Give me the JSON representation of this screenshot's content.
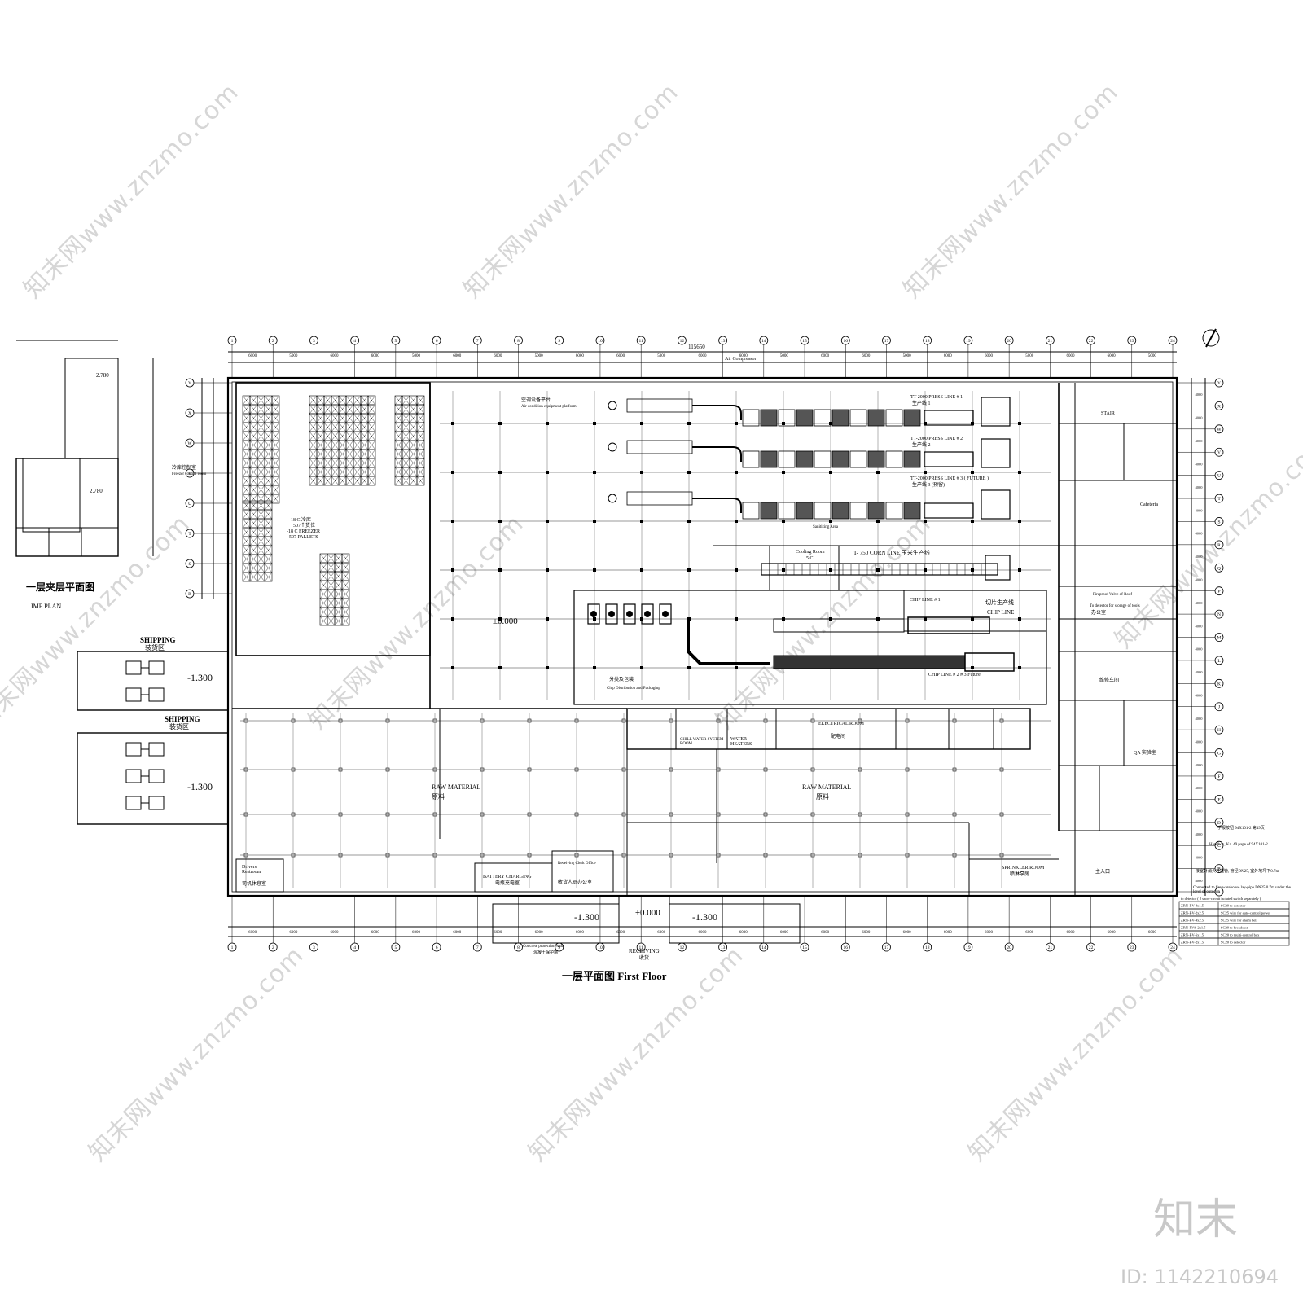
{
  "watermark": {
    "text": "知末网www.znzmo.com",
    "brand": "知末",
    "id_label": "ID: 1142210694"
  },
  "titles": {
    "first_floor": "一层平面图 First Floor",
    "imf_cn": "一层夹层平面图",
    "imf_en": "IMF PLAN"
  },
  "dimensions": {
    "overall": "115650",
    "bay": "6000",
    "bay_alt": "5000",
    "side": "4000",
    "imf_level_1": "2.780",
    "imf_level_2": "2.780"
  },
  "levels": {
    "floor": "±0.000",
    "dock": "-1.300",
    "receiving_floor": "±0.000"
  },
  "rooms": {
    "shipping_en": "SHIPPING",
    "shipping_cn": "装货区",
    "freezer_cn": "-18 C 冷库",
    "freezer_pallets_cn": "507个货位",
    "freezer_en": "-18 C FREEZER",
    "freezer_pallets_en": "507 PALLETS",
    "freezer_control_cn": "冷库控制室",
    "freezer_control_en": "Freezer control room",
    "ac_platform_cn": "空调设备平台",
    "ac_platform_en": "Air condition equipment platform",
    "air_compressor": "Air Compressor",
    "press1_en": "TT-2000 PRESS LINE # 1",
    "press1_cn": "生产线 1",
    "press2_en": "TT-2000 PRESS LINE # 2",
    "press2_cn": "生产线 2",
    "press3_en": "TT-2000 PRESS LINE # 3 ( FUTURE )",
    "press3_cn": "生产线 3 (预留)",
    "corn_line": "T- 750 CORN LINE 玉米生产线",
    "cooling_room": "Cooling Room",
    "cooling_temp": "5 C",
    "sanitizing": "Sanitizing Area",
    "chip_line1": "CHIP LINE # 1",
    "chip_line_cn": "切片生产线",
    "chip_line_en": "CHIP LINE",
    "chip_line23": "CHIP LINE # 2 # 3 Future",
    "chip_dist_cn": "分类及包装",
    "chip_dist_en": "Chip Distribution and Packaging",
    "raw_material_en": "RAW MATERIAL",
    "raw_material_cn": "原料",
    "water_heaters": "WATER HEATERS",
    "electrical_en": "ELECTRICAL ROOM",
    "electrical_cn": "配电间",
    "chill_water": "CHILL WATER SYSTEM ROOM",
    "drivers_restroom_en": "Drivers Restroom",
    "drivers_restroom_cn": "司机休息室",
    "battery_charging_en": "BATTERY CHARGING",
    "battery_charging_cn": "电瓶充电室",
    "receiving_clerk_en": "Receiving Clerk Office",
    "receiving_clerk_cn": "收货人员办公室",
    "receiving_en": "RECEIVING",
    "receiving_cn": "收货",
    "concrete_wall_en": "Concrete protection wall",
    "concrete_wall_cn": "混凝土保护墙",
    "sprinkler_en": "SPRINKLER ROOM",
    "sprinkler_cn": "喷淋泵房",
    "stair": "STAIR",
    "cafeteria": "Cafeteria",
    "qa_lab": "QA 实验室",
    "maint": "维修车间",
    "office": "办公室",
    "entrance": "主入口"
  },
  "notes": {
    "handbox": "手报按钮 94X101-2 第49页",
    "handbox_en": "Handbox, Ka. 49 page of 94X101-2",
    "fire_conn_cn": "接室外消火栓埋管, 管径DN25, 室外地坪下0.7m",
    "fire_conn_en": "Connected to fire warehouse lay-pipe DN25 0.7m under the level of outdoor",
    "fireproof": "Fireproof Valve of Roof",
    "tool_storage": "To detector for storage of tools"
  },
  "legend": {
    "header": "to detector ( 2 short-circuit isolated switch separately )",
    "rows": [
      {
        "code": "ZRN-BV-4x1.5",
        "desc": "SC20 to detector"
      },
      {
        "code": "ZRN-BV-2x2.5",
        "desc": "SC25 wire for auto-control power"
      },
      {
        "code": "ZRN-BV-4x2.5",
        "desc": "SC25 wire for alarm bell"
      },
      {
        "code": "ZRN-RVS-2x1.5",
        "desc": "SC20 to broadcast"
      },
      {
        "code": "ZRN-BV-6x1.5",
        "desc": "SC20 to multi-control box"
      },
      {
        "code": "ZRN-BV-2x1.5",
        "desc": "SC20 to detector"
      }
    ]
  },
  "grid_numbers": [
    "1",
    "2",
    "3",
    "4",
    "5",
    "6",
    "7",
    "8",
    "9",
    "10",
    "11",
    "12",
    "13",
    "14",
    "15",
    "16",
    "17",
    "18",
    "19",
    "20",
    "21",
    "22",
    "23",
    "24"
  ],
  "grid_letters": [
    "Y",
    "X",
    "W",
    "V",
    "U",
    "T",
    "S",
    "R",
    "Q",
    "P",
    "N",
    "M",
    "L",
    "K",
    "J",
    "H",
    "G",
    "F",
    "E",
    "D",
    "C",
    "B",
    "A"
  ]
}
